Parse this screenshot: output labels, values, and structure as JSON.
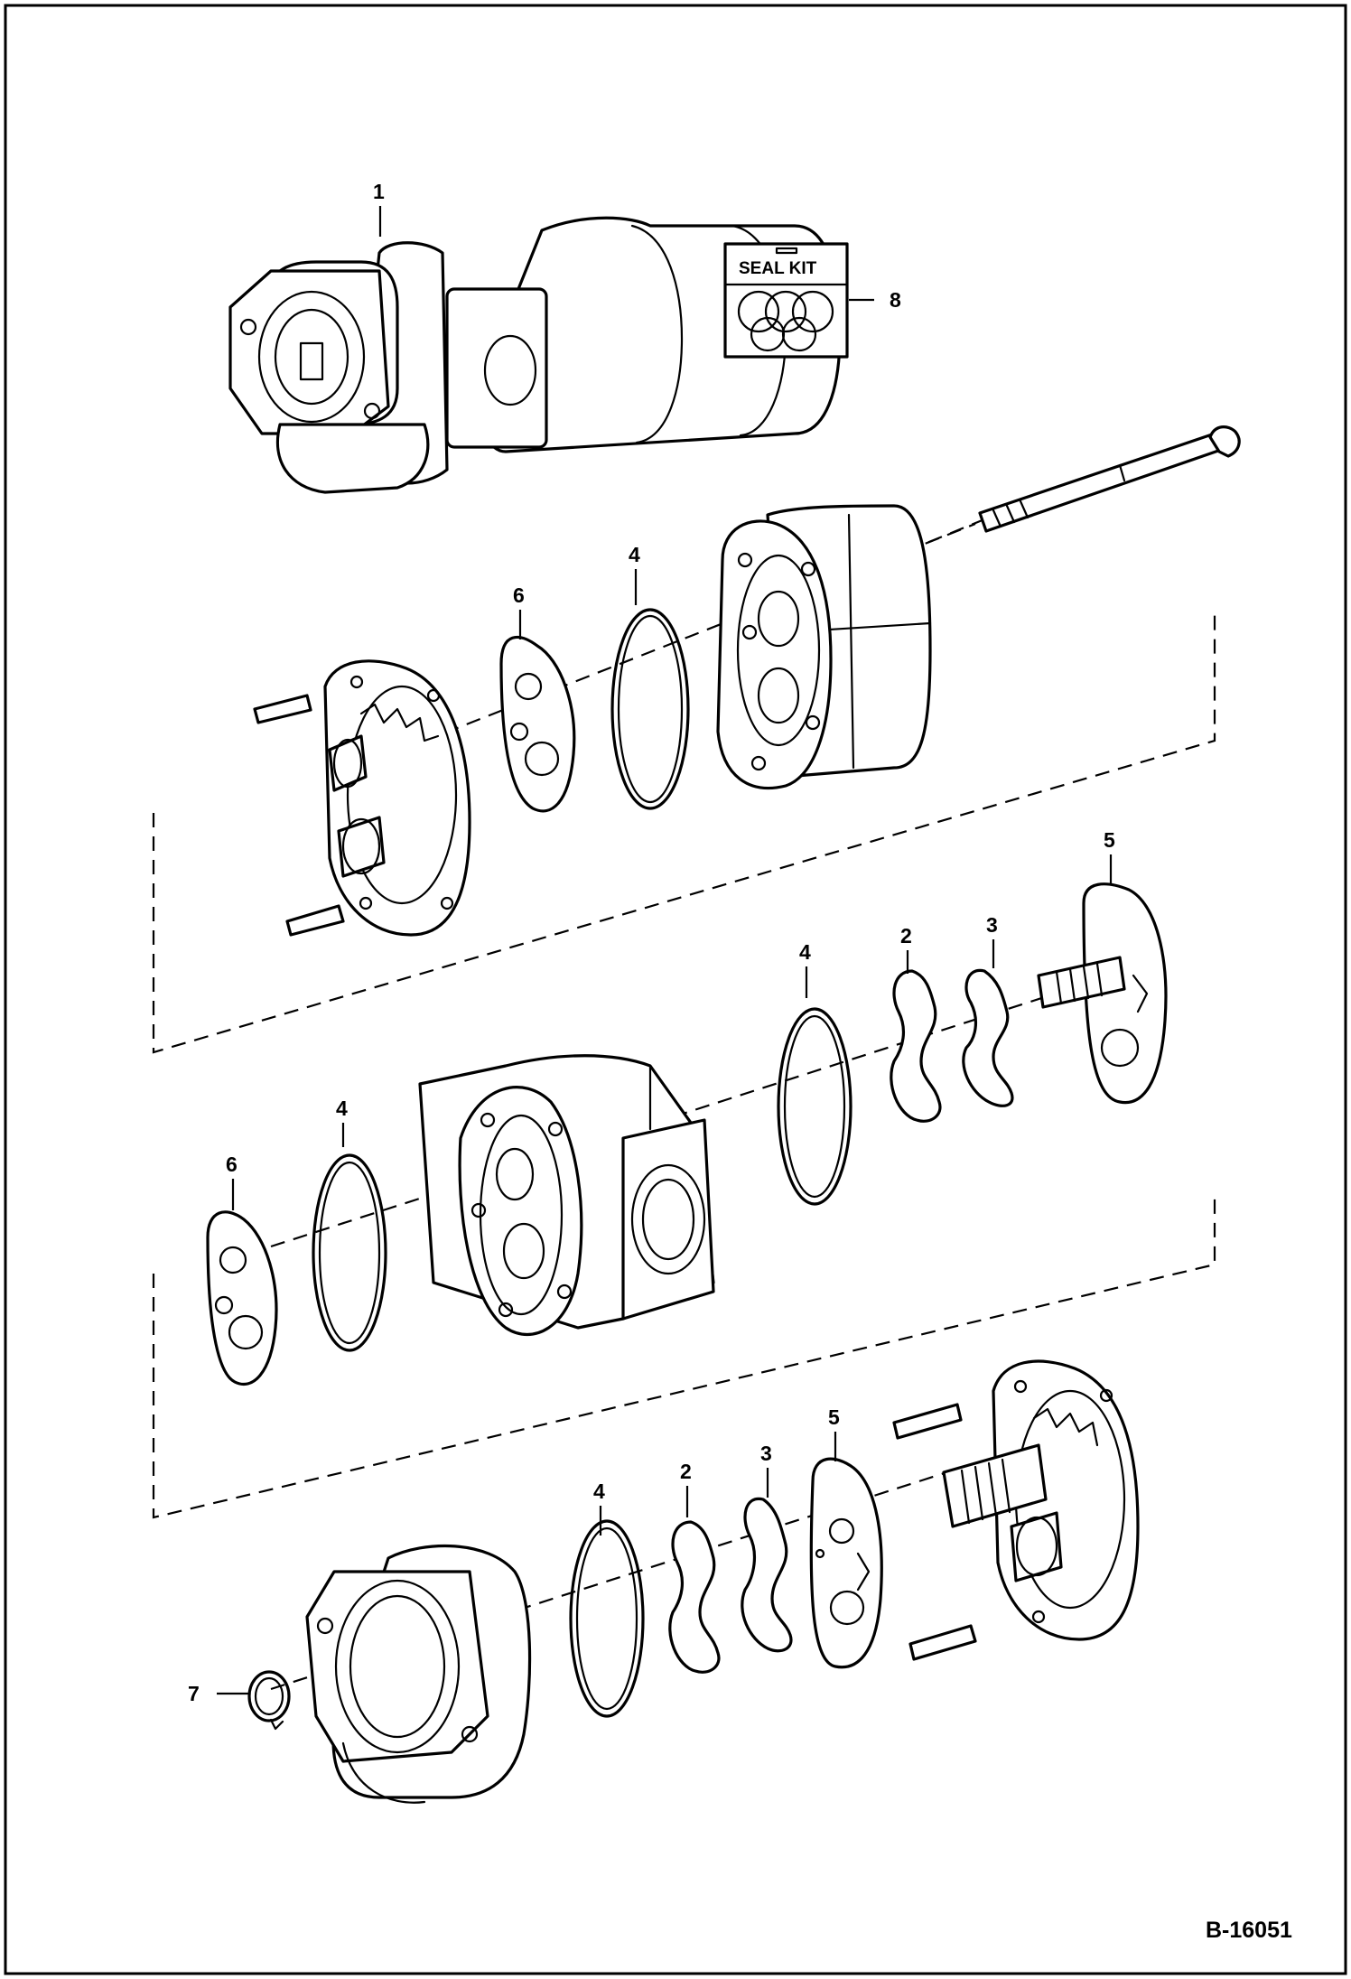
{
  "figure_id": "B-16051",
  "seal_kit_label": "SEAL KIT",
  "callouts": [
    {
      "id": "c1",
      "text": "1"
    },
    {
      "id": "c8",
      "text": "8"
    },
    {
      "id": "c4a",
      "text": "4"
    },
    {
      "id": "c6a",
      "text": "6"
    },
    {
      "id": "c5a",
      "text": "5"
    },
    {
      "id": "c3a",
      "text": "3"
    },
    {
      "id": "c2a",
      "text": "2"
    },
    {
      "id": "c4b",
      "text": "4"
    },
    {
      "id": "c4c",
      "text": "4"
    },
    {
      "id": "c6b",
      "text": "6"
    },
    {
      "id": "c5b",
      "text": "5"
    },
    {
      "id": "c3b",
      "text": "3"
    },
    {
      "id": "c2b",
      "text": "2"
    },
    {
      "id": "c4d",
      "text": "4"
    },
    {
      "id": "c7",
      "text": "7"
    }
  ]
}
